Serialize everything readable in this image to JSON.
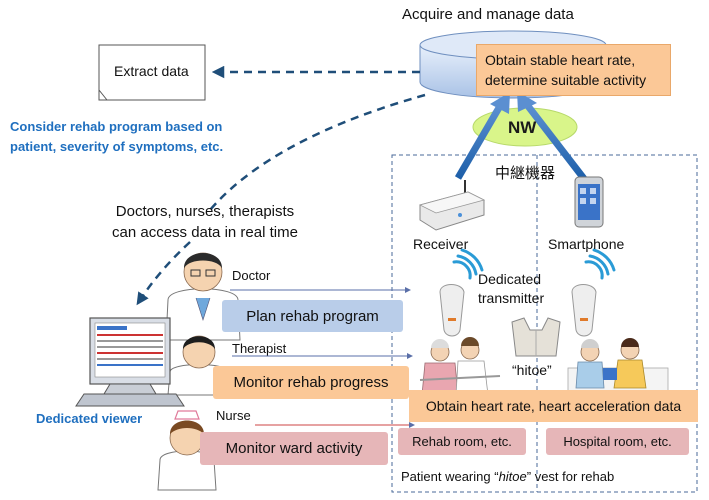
{
  "header": {
    "title": "Acquire and manage data"
  },
  "server": {
    "note_line1": "Obtain stable heart rate,",
    "note_line2": "determine suitable activity"
  },
  "network": {
    "label": "NW"
  },
  "relay": {
    "label": "中継機器",
    "receiver_label": "Receiver",
    "smartphone_label": "Smartphone"
  },
  "extract": {
    "label": "Extract data"
  },
  "consider": {
    "line1": "Consider rehab program based on",
    "line2": "patient, severity of symptoms, etc."
  },
  "access": {
    "line1": "Doctors, nurses, therapists",
    "line2": "can access data in real time"
  },
  "transmitter": {
    "line1": "Dedicated",
    "line2": "transmitter"
  },
  "vest": {
    "label": "“hitoe”"
  },
  "roles": {
    "doctor": {
      "name": "Doctor",
      "task": "Plan rehab program"
    },
    "therapist": {
      "name": "Therapist",
      "task": "Monitor rehab progress"
    },
    "nurse": {
      "name": "Nurse",
      "task": "Monitor ward activity"
    }
  },
  "viewer": {
    "label": "Dedicated viewer"
  },
  "data_bar": {
    "label": "Obtain heart rate, heart acceleration data"
  },
  "rooms": {
    "rehab": "Rehab room, etc.",
    "hospital": "Hospital room, etc."
  },
  "footer": {
    "before": "Patient wearing “",
    "emph": "hitoe",
    "after": "” vest for rehab"
  },
  "colors": {
    "blue_dark": "#1f4e79",
    "blue_text": "#1f6fbf",
    "orange_box": "#fbc897",
    "blue_box": "#b9cde9",
    "pink_box": "#e6b6b8",
    "nw_green": "#d9f58a"
  }
}
